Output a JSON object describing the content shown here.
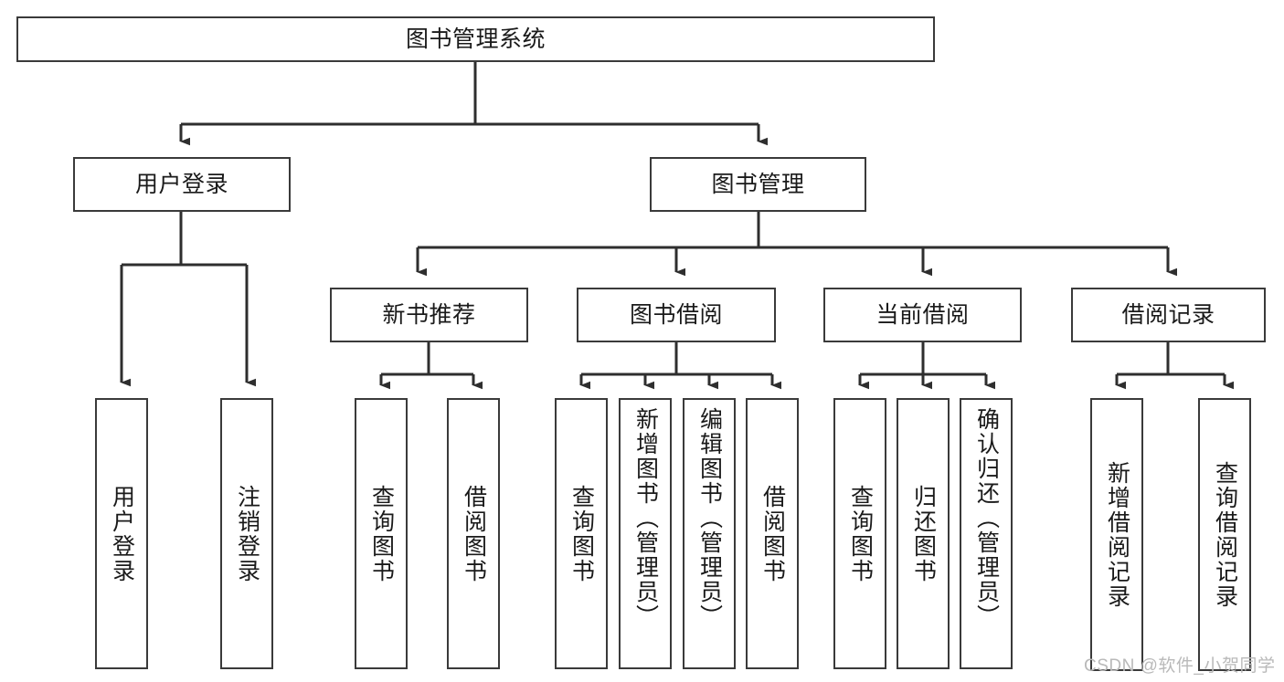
{
  "diagram": {
    "title": "图书管理系统",
    "type": "hierarchy-tree",
    "colors": {
      "box_border": "#3a3a3a",
      "box_fill": "#ffffff",
      "connector": "#2e2e2e",
      "text": "#1a1a1a",
      "watermark": "#b9b9b9"
    },
    "root": {
      "label": "图书管理系统"
    },
    "level2": [
      {
        "label": "用户登录"
      },
      {
        "label": "图书管理"
      }
    ],
    "level3": [
      {
        "label": "新书推荐"
      },
      {
        "label": "图书借阅"
      },
      {
        "label": "当前借阅"
      },
      {
        "label": "借阅记录"
      }
    ],
    "leaves": {
      "user_login": [
        {
          "label": "用户登录"
        },
        {
          "label": "注销登录"
        }
      ],
      "new_book_recommend": [
        {
          "label": "查询图书"
        },
        {
          "label": "借阅图书"
        }
      ],
      "book_borrow": [
        {
          "label": "查询图书"
        },
        {
          "label": "新增图书（管理员）"
        },
        {
          "label": "编辑图书（管理员）"
        },
        {
          "label": "借阅图书"
        }
      ],
      "current_borrow": [
        {
          "label": "查询图书"
        },
        {
          "label": "归还图书"
        },
        {
          "label": "确认归还（管理员）"
        }
      ],
      "borrow_records": [
        {
          "label": "新增借阅记录"
        },
        {
          "label": "查询借阅记录"
        }
      ]
    }
  },
  "watermark": {
    "text": "CSDN @软件_小贺同学"
  }
}
